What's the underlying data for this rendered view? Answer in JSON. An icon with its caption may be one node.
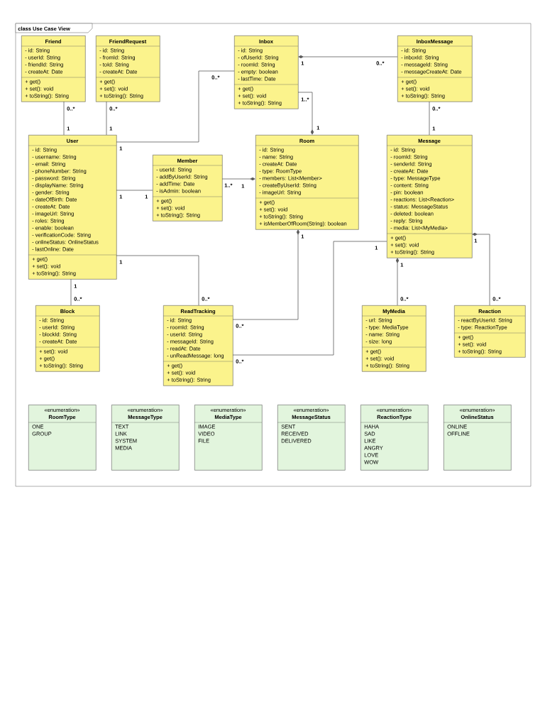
{
  "diagram": {
    "title": "class Use Case View",
    "nodes": [
      {
        "text": [
          "Friend",
          "- id: String",
          "- userId: String",
          "- friendId: String",
          "- createAt: Date",
          "+ get()",
          "+ set(): void",
          "+ toString(): String"
        ]
      },
      {
        "text": [
          "FriendRequest",
          "- id: String",
          "- fromId: String",
          "- toId: String",
          "- createAt: Date",
          "+ get()",
          "+ set(): void",
          "+ toString(): String"
        ]
      },
      {
        "text": [
          "Inbox",
          "- id: String",
          "- ofUserId: String",
          "- roomId: String",
          "- empty: boolean",
          "- lastTime: Date",
          "+ get()",
          "+ set(): void",
          "+ toString(): String"
        ]
      },
      {
        "text": [
          "InboxMessage",
          "- id: String",
          "- inboxId: String",
          "- messageId: String",
          "- messageCreateAt: Date",
          "+ get()",
          "+ set(): void",
          "+ toString(): String"
        ]
      },
      {
        "text": [
          "«enumeration»",
          "RoomType",
          "ONE",
          "GROUP"
        ]
      },
      {
        "text": [
          "«enumeration»",
          "MessageType",
          "TEXT",
          "LINK",
          "SYSTEM",
          "MEDIA"
        ]
      },
      {
        "text": [
          "User",
          "- id: String",
          "- username: String",
          "- email: String",
          "- phoneNumber: String",
          "- password: String",
          "- displayName: String",
          "- gender: String",
          "- dateOfBirth: Date",
          "- createAt: Date",
          "- imageUrl: String",
          "- roles: String",
          "- enable: boolean",
          "- verificationCode: String",
          "- onlineStatus: OnlineStatus",
          "- lastOnline: Date",
          "+ get()",
          "+ set(): void",
          "+ toString(): String"
        ]
      },
      {
        "text": [
          "«enumeration»",
          "MediaType",
          "IMAGE",
          "VIDEO",
          "FILE"
        ]
      },
      {
        "text": [
          "«enumeration»",
          "MessageStatus",
          "SENT",
          "RECEIVED",
          "DELIVERED"
        ]
      },
      {
        "text": [
          "Member",
          "- userId: String",
          "- addByUserId: String",
          "- addTime: Date",
          "- isAdmin: boolean",
          "+ get()",
          "+ set(): void",
          "+ toString(): String"
        ]
      },
      {
        "text": [
          "Room",
          "- id: String",
          "- name: String",
          "- createAt: Date",
          "- type: RoomType",
          "- members: List<Member>",
          "- createByUserId: String",
          "- imageUrl: String",
          "+ get()",
          "+ set(): void",
          "+ toString(): String",
          "+ isMemberOfRoom(String): boolean"
        ]
      },
      {
        "text": [
          "Message",
          "- id: String",
          "- roomId: String",
          "- senderId: String",
          "- createAt: Date",
          "- type: MessageType",
          "- content: String",
          "- pin: boolean",
          "- reactions: List<Reaction>",
          "- status: MessageStatus",
          "- deleted: boolean",
          "- reply: String",
          "- media: List<MyMedia>",
          "+ get()",
          "+ set(): void",
          "+ toString(): String"
        ]
      },
      {
        "text": [
          "«enumeration»",
          "ReactionType",
          "HAHA",
          "SAD",
          "LIKE",
          "ANGRY",
          "LOVE",
          "WOW"
        ]
      },
      {
        "text": [
          "«enumeration»",
          "OnlineStatus",
          "ONLINE",
          "OFFLINE"
        ]
      },
      {
        "text": [
          "Block",
          "- id: String",
          "- userId: String",
          "- blockId: String",
          "- createAt: Date",
          "+ set(): void",
          "+ get()",
          "+ toString(): String"
        ]
      },
      {
        "text": [
          "ReadTracking",
          "- id: String",
          "- roomId: String",
          "- userId: String",
          "- messageId: String",
          "- readAt: Date",
          "- unReadMessage: long",
          "+ get()",
          "+ set(): void",
          "+ toString(): String"
        ]
      },
      {
        "text": [
          "MyMedia",
          "- url: String",
          "- type: MediaType",
          "- name: String",
          "- size: long",
          "+ get()",
          "+ set(): void",
          "+ toString(): String"
        ]
      },
      {
        "text": [
          "Reaction",
          "- reactByUserId: String",
          "- type: ReactionType",
          "+ get()",
          "+ set(): void",
          "+ toString(): String"
        ]
      }
    ],
    "edges": [
      {
        "from": 0,
        "to": 6,
        "arrow": "none"
      },
      {
        "from": 1,
        "to": 6,
        "arrow": "none"
      },
      {
        "from": 6,
        "to": 2,
        "arrow": "none"
      },
      {
        "from": 3,
        "to": 2,
        "arrow": "other"
      },
      {
        "from": 2,
        "to": 10,
        "arrow": "other"
      },
      {
        "from": 6,
        "to": 9,
        "arrow": "none"
      },
      {
        "from": 9,
        "to": 10,
        "arrow": "other"
      },
      {
        "from": 6,
        "to": 15,
        "arrow": "none"
      },
      {
        "from": 6,
        "to": 14,
        "arrow": "none"
      },
      {
        "from": 15,
        "to": 10,
        "arrow": "other"
      },
      {
        "from": 15,
        "to": 11,
        "arrow": "none"
      },
      {
        "from": 3,
        "to": 11,
        "arrow": "none"
      },
      {
        "from": 16,
        "to": 11,
        "arrow": "other"
      },
      {
        "from": 17,
        "to": 11,
        "arrow": "other"
      }
    ],
    "labels": [
      "0..*",
      "1",
      "0..*",
      "1",
      "1",
      "0..*",
      "0..*",
      "1",
      "1..*",
      "1",
      "1",
      "1",
      "1..*",
      "1",
      "1",
      "0..*",
      "1",
      "0..*",
      "0..*",
      "1",
      "0..*",
      "1",
      "0..*",
      "1",
      "0..*",
      "1",
      "0..*",
      "1"
    ]
  }
}
